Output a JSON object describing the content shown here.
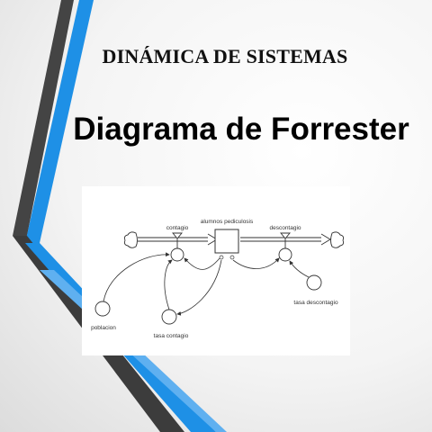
{
  "slide": {
    "subtitle": "DINÁMICA DE SISTEMAS",
    "title": "Diagrama de Forrester"
  },
  "diagram": {
    "stock_label": "alumnos pediculosis",
    "inflow_label": "contagio",
    "outflow_label": "descontagio",
    "aux_population": "poblacion",
    "aux_rate_in": "tasa contagio",
    "aux_rate_out": "tasa descontagio"
  },
  "colors": {
    "accent_blue": "#1e90e6",
    "accent_dark": "#3c3c3c"
  }
}
